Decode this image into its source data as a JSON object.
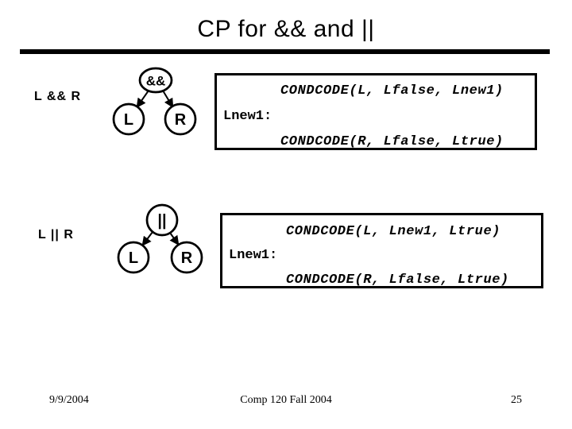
{
  "colors": {
    "foreground": "#000000",
    "background": "#ffffff"
  },
  "title": "CP for && and ||",
  "sections": [
    {
      "label": "L && R",
      "tree": {
        "root": "&&",
        "left": "L",
        "right": "R"
      },
      "code": {
        "line1": "CONDCODE(L, Lfalse, Lnew1)",
        "branch_label": "Lnew1:",
        "line2": "CONDCODE(R, Lfalse, Ltrue)"
      }
    },
    {
      "label": "L || R",
      "tree": {
        "root": "||",
        "left": "L",
        "right": "R"
      },
      "code": {
        "line1": "CONDCODE(L, Lnew1, Ltrue)",
        "branch_label": "Lnew1:",
        "line2": "CONDCODE(R, Lfalse, Ltrue)"
      }
    }
  ],
  "footer": {
    "date": "9/9/2004",
    "course": "Comp 120 Fall 2004",
    "slide_number": "25"
  }
}
